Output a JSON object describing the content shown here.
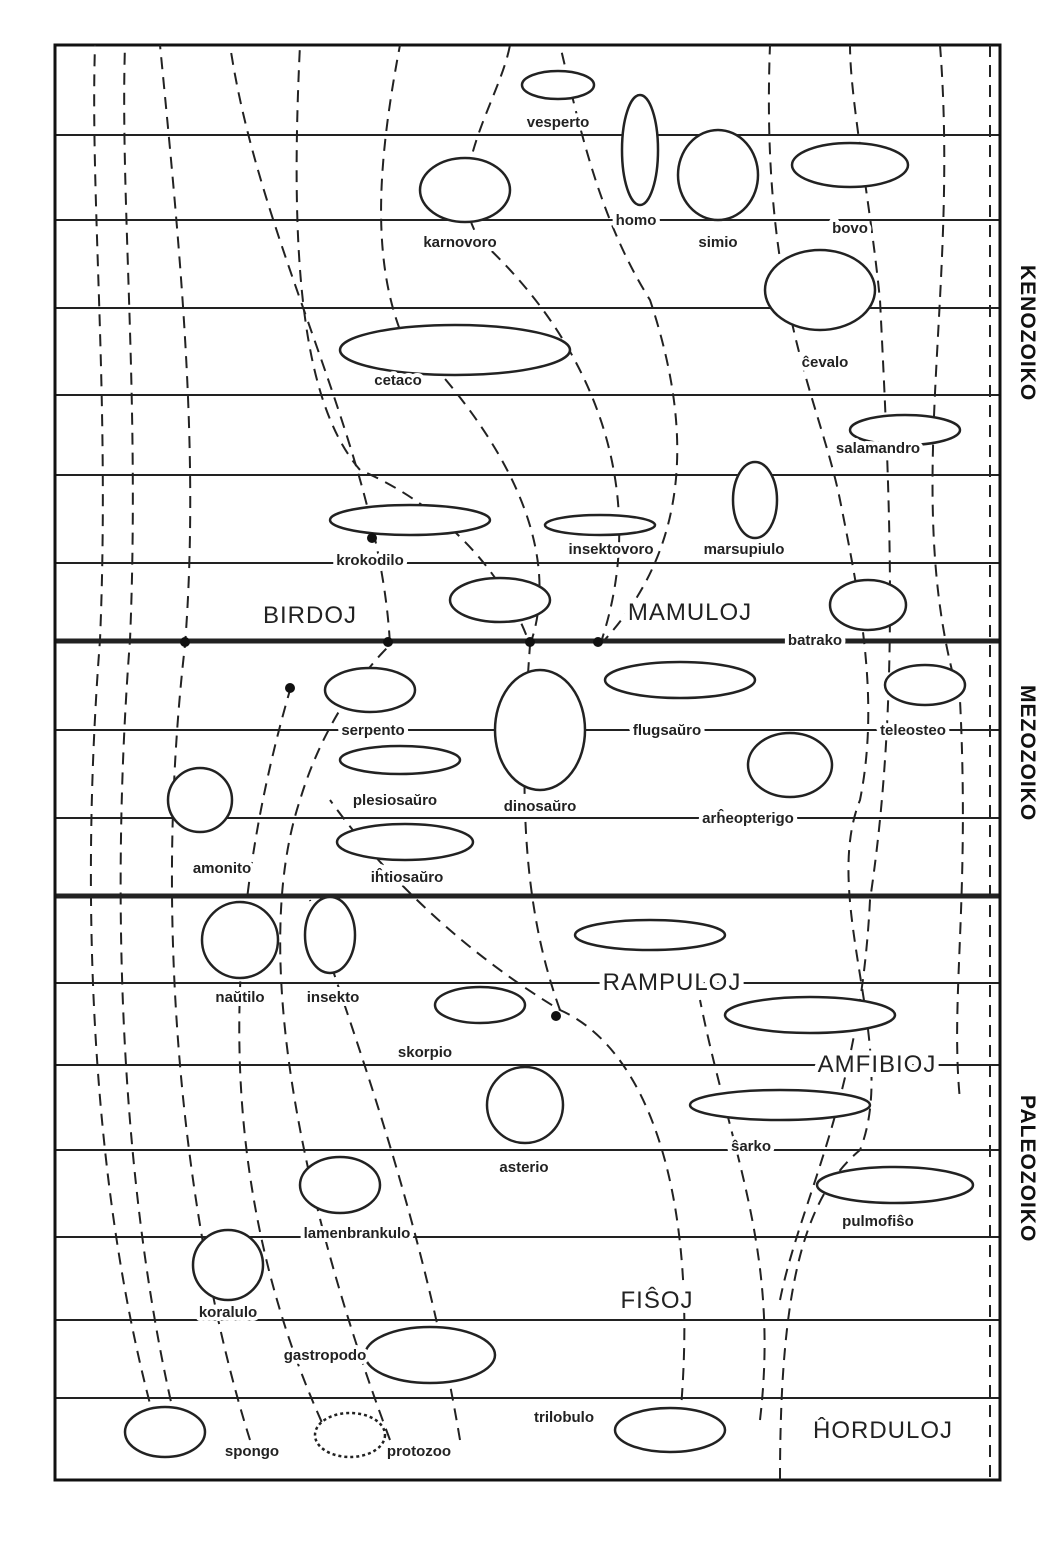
{
  "eras": [
    "KENOZOIKO",
    "MEZOZOIKO",
    "PALEOZOIKO"
  ],
  "groups": {
    "birds": "BIRDOJ",
    "mammals": "MAMULOJ",
    "reptiles": "RAMPULOJ",
    "amphibians": "AMFIBIOJ",
    "fishes": "FIŜOJ",
    "chordates": "ĤORDULOJ"
  },
  "organisms": {
    "vesperto": "vesperto",
    "homo": "homo",
    "simio": "simio",
    "bovo": "bovo",
    "karnovoro": "karnovoro",
    "cetaco": "cetaco",
    "cevalo": "ĉevalo",
    "salamandro": "salamandro",
    "krokodilo": "krokodilo",
    "insektovoro": "insektovoro",
    "marsupiulo": "marsupiulo",
    "batrako": "batrako",
    "serpento": "serpento",
    "flugsauro": "flugsaŭro",
    "teleosteo": "teleosteo",
    "plesiosauro": "plesiosaŭro",
    "dinosauro": "dinosaŭro",
    "arheopterigo": "arĥeopterigo",
    "amonito": "amonito",
    "ihtiosauro": "iĥtiosaŭro",
    "nautilo": "naŭtilo",
    "insekto": "insekto",
    "skorpio": "skorpio",
    "sarko": "ŝarko",
    "asterio": "asterio",
    "pulmofiso": "pulmofiŝo",
    "lamenbrankulo": "lamenbrankulo",
    "koralulo": "koralulo",
    "gastropodo": "gastropodo",
    "trilobulo": "trilobulo",
    "spongo": "spongo",
    "protozoo": "protozoo"
  }
}
